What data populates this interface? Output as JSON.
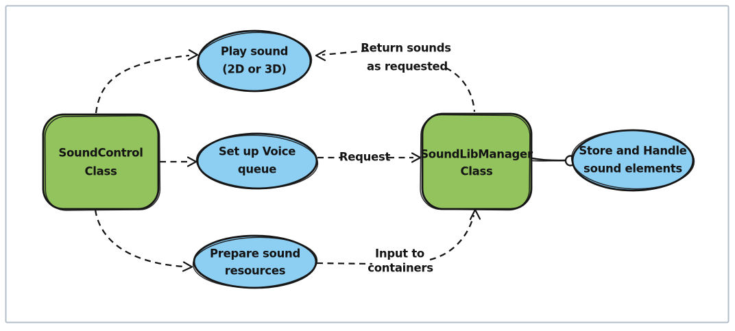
{
  "diagram": {
    "colors": {
      "node_green": "#93c35c",
      "node_blue": "#8dcef3",
      "stroke": "#161616",
      "frame": "#b2bec9"
    },
    "nodes": {
      "sound_control": {
        "line1": "SoundControl",
        "line2": "Class"
      },
      "play_sound": {
        "line1": "Play sound",
        "line2": "(2D or 3D)"
      },
      "voice_queue": {
        "line1": "Set up Voice",
        "line2": "queue"
      },
      "prepare_resources": {
        "line1": "Prepare sound",
        "line2": "resources"
      },
      "sound_lib_manager": {
        "line1": "SoundLibManager",
        "line2": "Class"
      },
      "store_handle": {
        "line1": "Store and Handle",
        "line2": "sound elements"
      }
    },
    "edge_labels": {
      "return_sounds": {
        "line1": "Return sounds",
        "line2": "as requested"
      },
      "request": {
        "label": "Request"
      },
      "input_containers": {
        "line1": "Input to",
        "line2": "containers"
      }
    }
  }
}
